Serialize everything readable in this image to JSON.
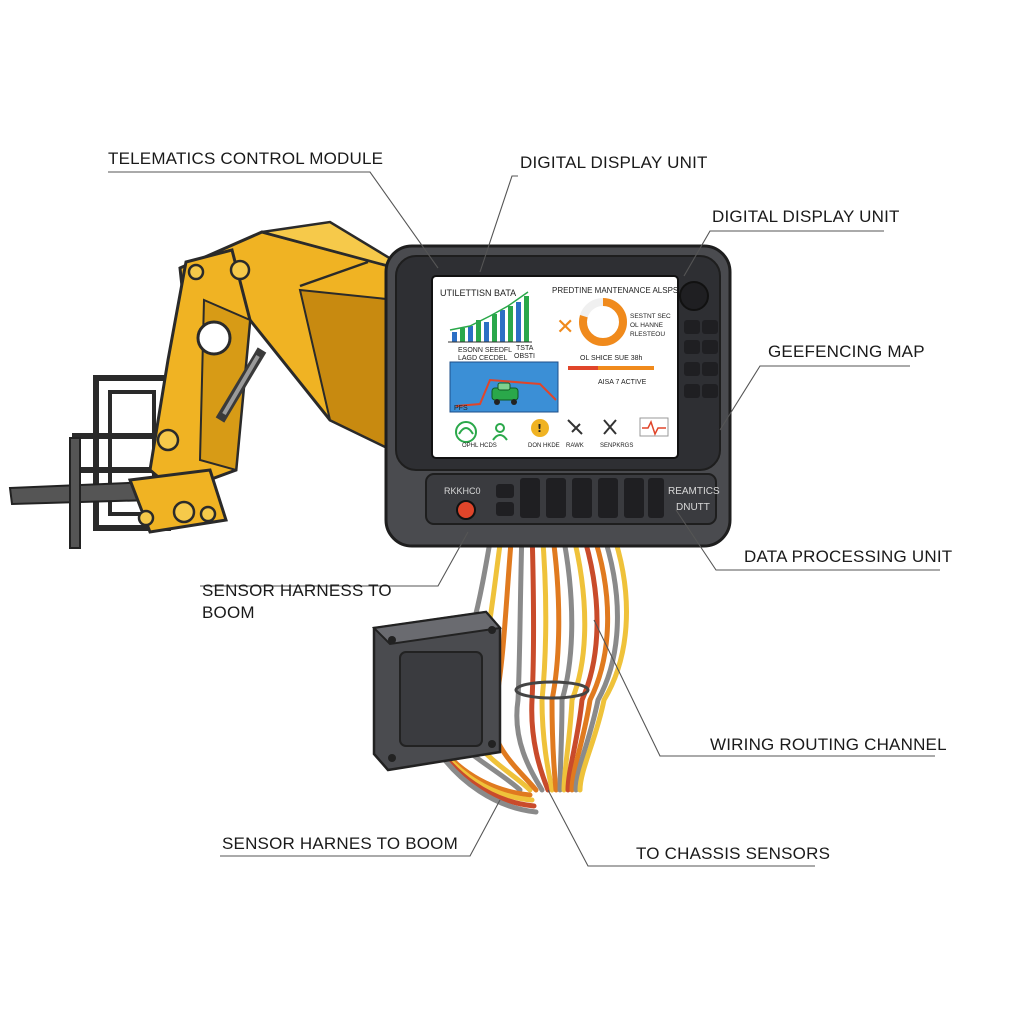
{
  "callouts": {
    "telematics_control_module": "TELEMATICS CONTROL MODULE",
    "digital_display_unit_top": "DIGITAL DISPLAY UNIT",
    "digital_display_unit_right": "DIGITAL DISPLAY UNIT",
    "geofencing_map": "GEEFENCING MAP",
    "data_processing_unit": "DATA PROCESSING UNIT",
    "sensor_harness_to_boom_line1": "SENSOR HARNESS TO",
    "sensor_harness_to_boom_line2": "BOOM",
    "wiring_routing_channel": "WIRING ROUTING CHANNEL",
    "sensor_harnes_to_boom": "SENSOR HARNES TO BOOM",
    "to_chassis_sensors": "TO CHASSIS SENSORS"
  },
  "screen": {
    "utilization_title": "UTILETTISN BATA",
    "utilization_sub1": "ESONN SEEDFL",
    "utilization_sub2": "LAGD CECDEL",
    "utilization_sub3": "TSTA",
    "utilization_sub4": "OBSTI",
    "maintenance_title": "PREDTINE MANTENANCE ALSPS",
    "maintenance_alert1": "SESTNT SEC",
    "maintenance_alert2": "OL HANNE",
    "maintenance_alert3": "RLESTEOU",
    "maintenance_status": "OL SHICE SUE 38h",
    "active_label": "AISA 7 ACTIVE",
    "map_label": "PFS",
    "icon_label_1": "OPHL HCDS",
    "icon_label_2": "DON HKDE",
    "icon_label_3": "RAWK",
    "icon_label_4": "SENPKRGS"
  },
  "panel": {
    "left_label": "RKKHC0",
    "right_label_1": "REAMTICS",
    "right_label_2": "DNUTT"
  },
  "colors": {
    "boom_yellow": "#f0b323",
    "boom_shadow": "#c88a10",
    "housing_dark": "#4a4b4f",
    "bezel": "#2e2f33",
    "wire_orange": "#e07a1f",
    "wire_yellow": "#efc23a",
    "wire_gray": "#8a8a8a",
    "wire_red": "#c94b2b",
    "chart_green": "#2aa84a",
    "chart_blue": "#2b6fc4",
    "gauge_orange": "#f08a1c",
    "alert_red": "#e0452a",
    "map_blue": "#3b8fd6"
  }
}
